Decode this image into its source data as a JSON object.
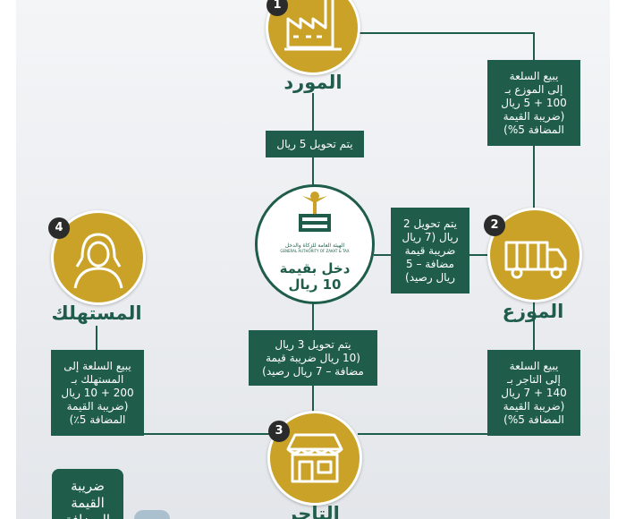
{
  "colors": {
    "green": "#1f5d4a",
    "gold": "#c9a227",
    "badge": "#2b2b2b"
  },
  "nodes": {
    "supplier": {
      "number": "1",
      "title": "المورد",
      "icon": "factory-icon"
    },
    "distributor": {
      "number": "2",
      "title": "الموزع",
      "icon": "truck-icon"
    },
    "retailer": {
      "number": "3",
      "title": "التاجر",
      "icon": "store-icon"
    },
    "consumer": {
      "number": "4",
      "title": "المستهلك",
      "icon": "person-icon"
    }
  },
  "center": {
    "org_name_ar": "الهيئة العامة للزكاة والدخل",
    "org_name_en": "GENERAL AUTHORITY OF ZAKAT & TAX",
    "income_line1": "دخل بقيمة",
    "income_line2": "10 ريال"
  },
  "boxes": {
    "supplier_transfer": {
      "lines": [
        "يتم تحويل 5 ريال"
      ]
    },
    "distributor_transfer": {
      "lines": [
        "يتم تحويل 2",
        "ريال (7 ريال",
        "ضريبة قيمة",
        "مضافة – 5",
        "ريال رصيد)"
      ]
    },
    "retailer_transfer": {
      "lines": [
        "يتم تحويل 3 ريال",
        "(10 ريال ضريبة قيمة",
        "مضافة – 7 ريال رصيد)"
      ]
    },
    "sale_to_distributor": {
      "lines": [
        "يبيع السلعة",
        "إلى الموزع بـ",
        "100 + 5 ريال",
        "(ضريبة القيمة",
        "المضافة 5%)"
      ]
    },
    "sale_to_retailer": {
      "lines": [
        "يبيع السلعة",
        "إلى التاجر بـ",
        "140 + 7 ريال",
        "(ضريبة القيمة",
        "المضافة 5%)"
      ]
    },
    "sale_to_consumer": {
      "lines": [
        "يبيع السلعة إلى",
        "المستهلك بـ",
        "200 + 10 ريال",
        "(ضريبة القيمة",
        "المضافة 5٪)"
      ]
    }
  },
  "logo": {
    "line1": "ضريبة",
    "line2": "القيمة",
    "line3": "المضافة"
  }
}
